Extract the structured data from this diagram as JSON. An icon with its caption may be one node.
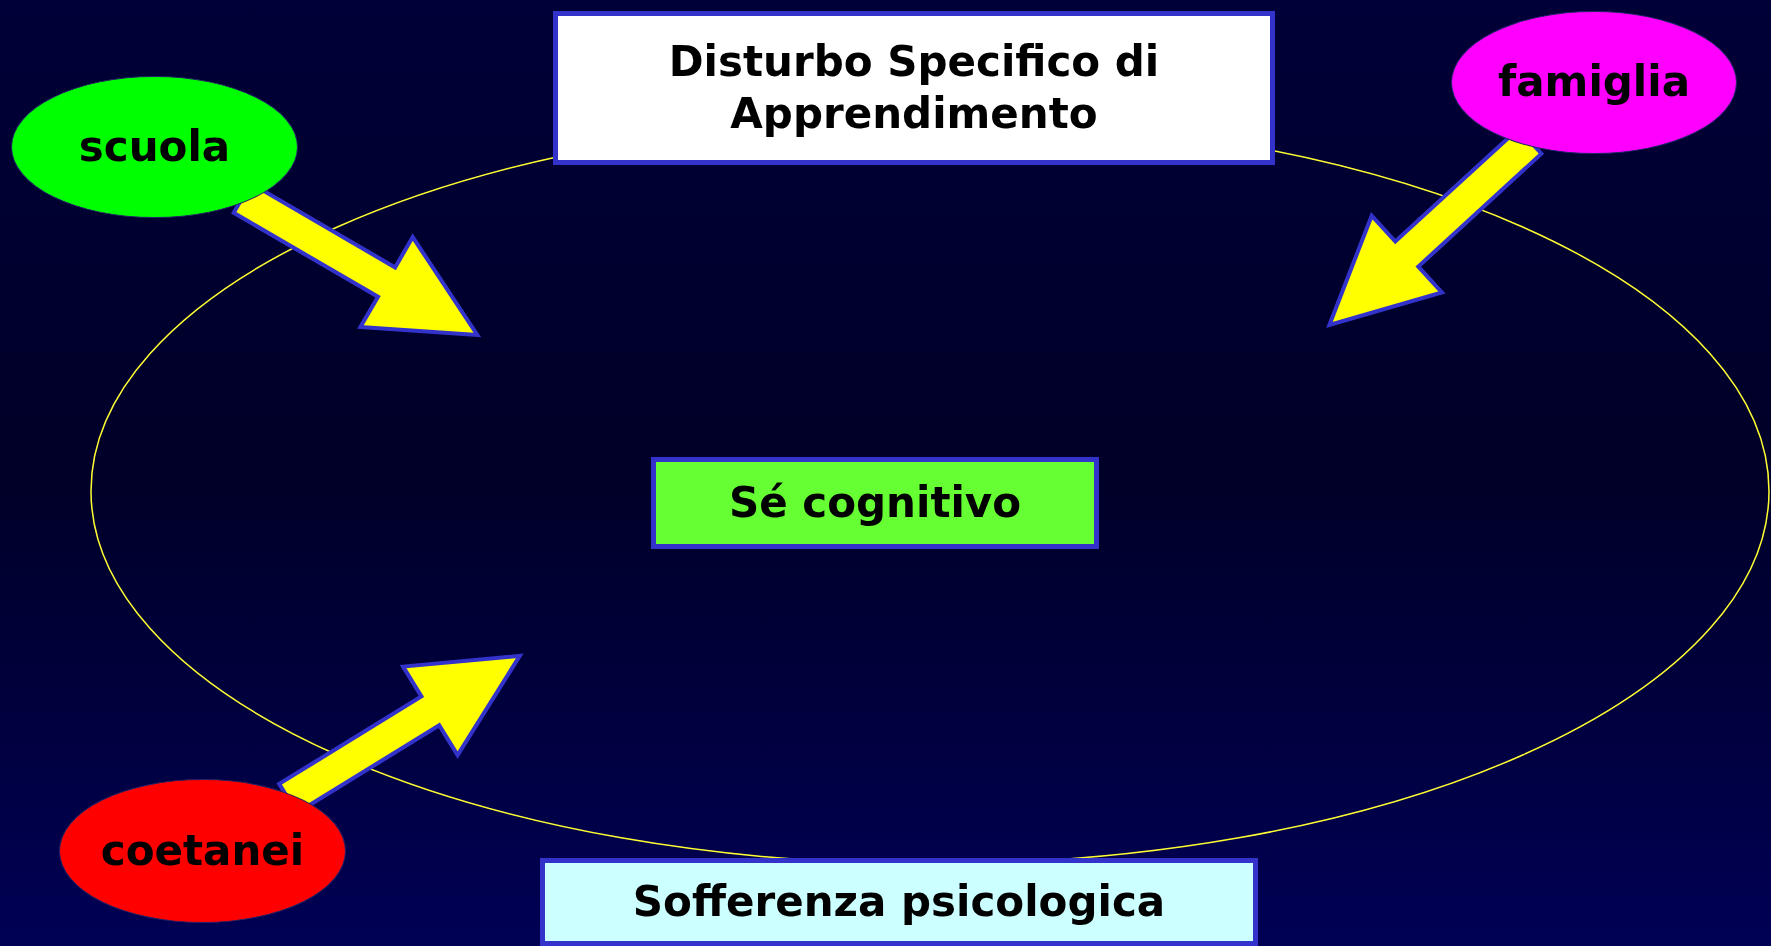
{
  "diagram": {
    "nodes": [
      {
        "text": [
          "Disturbo Specifico di Apprendimento"
        ]
      },
      {
        "text": [
          "famiglia"
        ]
      },
      {
        "text": [
          "scuola"
        ]
      },
      {
        "text": [
          "Sé cognitivo"
        ]
      },
      {
        "text": [
          "coetanei"
        ]
      },
      {
        "text": [
          "Sofferenza psicologica"
        ]
      }
    ],
    "edges": [
      {
        "from": 2,
        "to": null,
        "arrow": "to",
        "style": "thick"
      },
      {
        "from": 1,
        "to": null,
        "arrow": "to",
        "style": "thick"
      },
      {
        "from": 4,
        "to": null,
        "arrow": "to",
        "style": "thick"
      }
    ]
  }
}
